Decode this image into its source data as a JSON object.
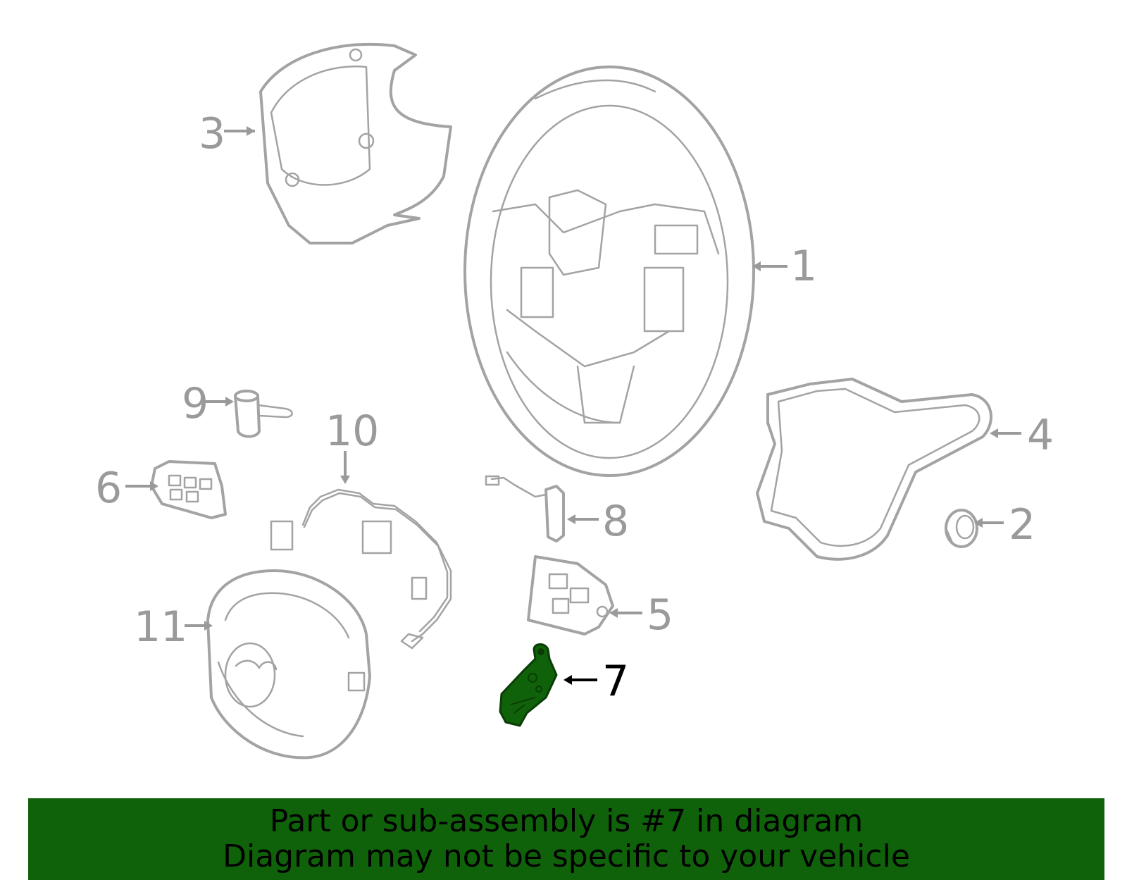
{
  "callouts": {
    "c1": "1",
    "c2": "2",
    "c3": "3",
    "c4": "4",
    "c5": "5",
    "c6": "6",
    "c7": "7",
    "c8": "8",
    "c9": "9",
    "c10": "10",
    "c11": "11"
  },
  "highlight": {
    "part": "7",
    "color": "#10620a"
  },
  "banner": {
    "line1": "Part or sub-assembly is #7 in diagram",
    "line2": "Diagram may not be specific to your vehicle",
    "background": "#10620a"
  },
  "colors": {
    "linework": "#a3a3a3",
    "callout": "#9a9a9a",
    "highlight_callout": "#000000"
  }
}
